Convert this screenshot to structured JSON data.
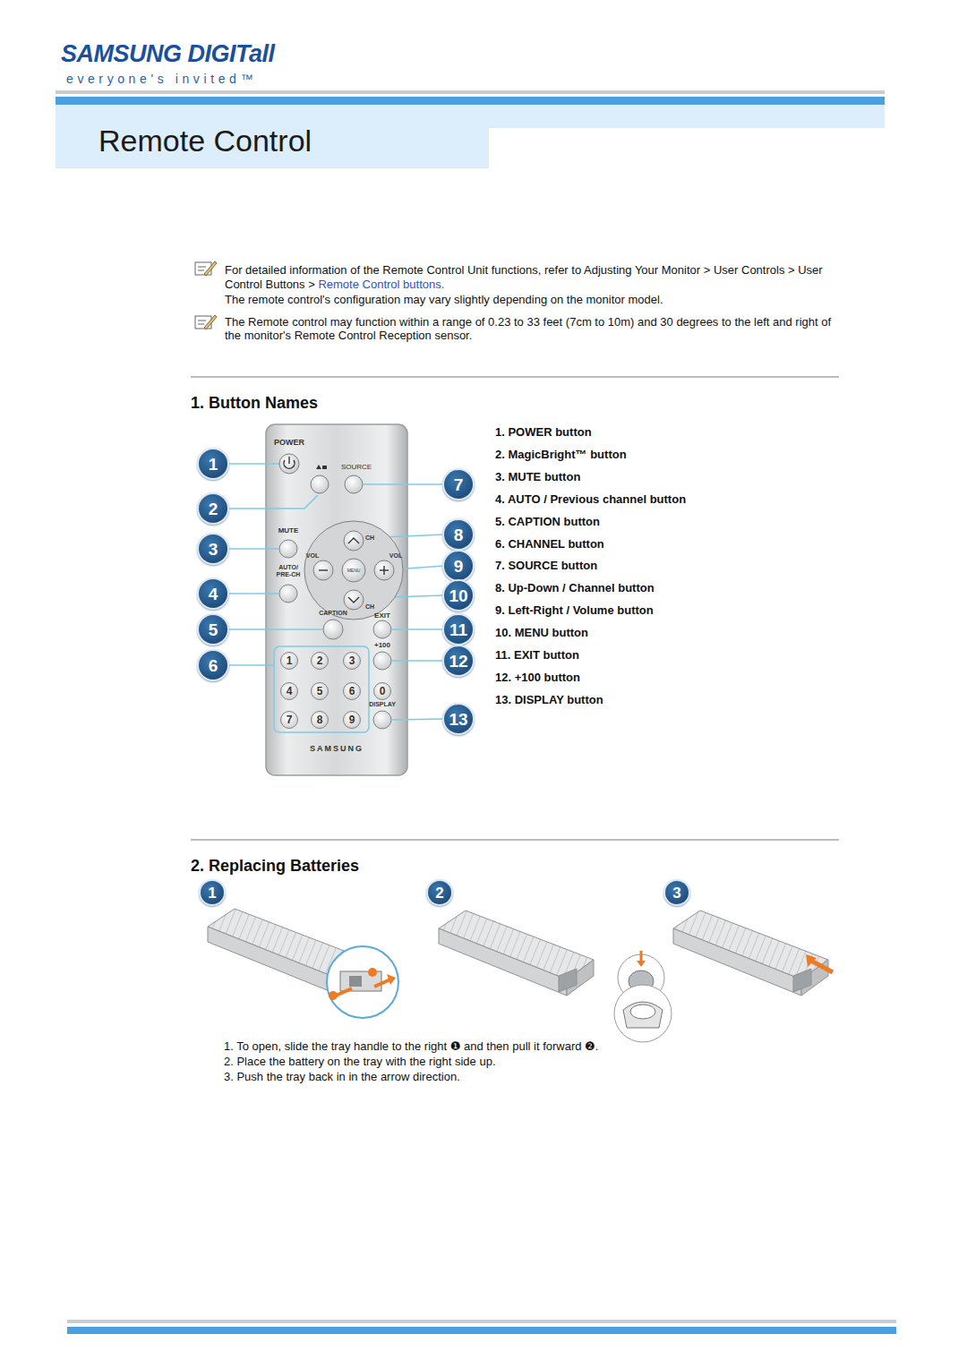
{
  "diagram": {
    "title": "Remote Control",
    "nodes": [
      {
        "text": [
          "1"
        ]
      },
      {
        "text": [
          "2"
        ]
      },
      {
        "text": [
          "3"
        ]
      },
      {
        "text": [
          "4"
        ]
      },
      {
        "text": [
          "5"
        ]
      },
      {
        "text": [
          "6"
        ]
      },
      {
        "text": [
          "7"
        ]
      },
      {
        "text": [
          "8"
        ]
      },
      {
        "text": [
          "9"
        ]
      },
      {
        "text": [
          "10"
        ]
      },
      {
        "text": [
          "11"
        ]
      },
      {
        "text": [
          "12"
        ]
      },
      {
        "text": [
          "13"
        ]
      },
      {
        "text": [
          "1"
        ]
      },
      {
        "text": [
          "2"
        ]
      },
      {
        "text": [
          "3"
        ]
      },
      {
        "text": [
          "4"
        ]
      },
      {
        "text": [
          "5"
        ]
      },
      {
        "text": [
          "6"
        ]
      },
      {
        "text": [
          "0"
        ]
      },
      {
        "text": [
          "7"
        ]
      },
      {
        "text": [
          "8"
        ]
      },
      {
        "text": [
          "9"
        ]
      },
      {
        "text": [
          "1"
        ]
      },
      {
        "text": [
          "2"
        ]
      },
      {
        "text": [
          "3"
        ]
      }
    ],
    "labels": [
      "SAMSUNG DIGITall",
      "everyone's invited™",
      "For detailed information of the Remote Control Unit functions, refer to Adjusting Your Monitor > User Controls > User Control Buttons >",
      "Remote Control buttons.",
      "The remote control's configuration may vary slightly depending on the monitor model.",
      "The Remote control may function within a range of 0.23 to 33 feet (7cm to 10m) and 30 degrees to the left and right of the monitor's Remote Control Reception sensor.",
      "1. Button Names",
      "POWER",
      "SOURCE",
      "MUTE",
      "VOL",
      "VOL",
      "CH",
      "CH",
      "AUTO/ PRE-CH",
      "MENU",
      "CAPTION",
      "EXIT",
      "+100",
      "DISPLAY",
      "SAMSUNG",
      "1. POWER button",
      "2. MagicBright™ button",
      "3. MUTE button",
      "4. AUTO / Previous channel button",
      "5. CAPTION button",
      "6. CHANNEL button",
      "7. SOURCE button",
      "8. Up-Down / Channel button",
      "9. Left-Right / Volume button",
      "10. MENU button",
      "11. EXIT button",
      "12. +100 button",
      "13. DISPLAY button",
      "2. Replacing Batteries",
      "1. To open, slide the tray handle to the right ❶ and then pull it forward ❷.",
      "2. Place the battery on the tray with the right side up.",
      "3. Push the tray back in in the arrow direction."
    ]
  }
}
